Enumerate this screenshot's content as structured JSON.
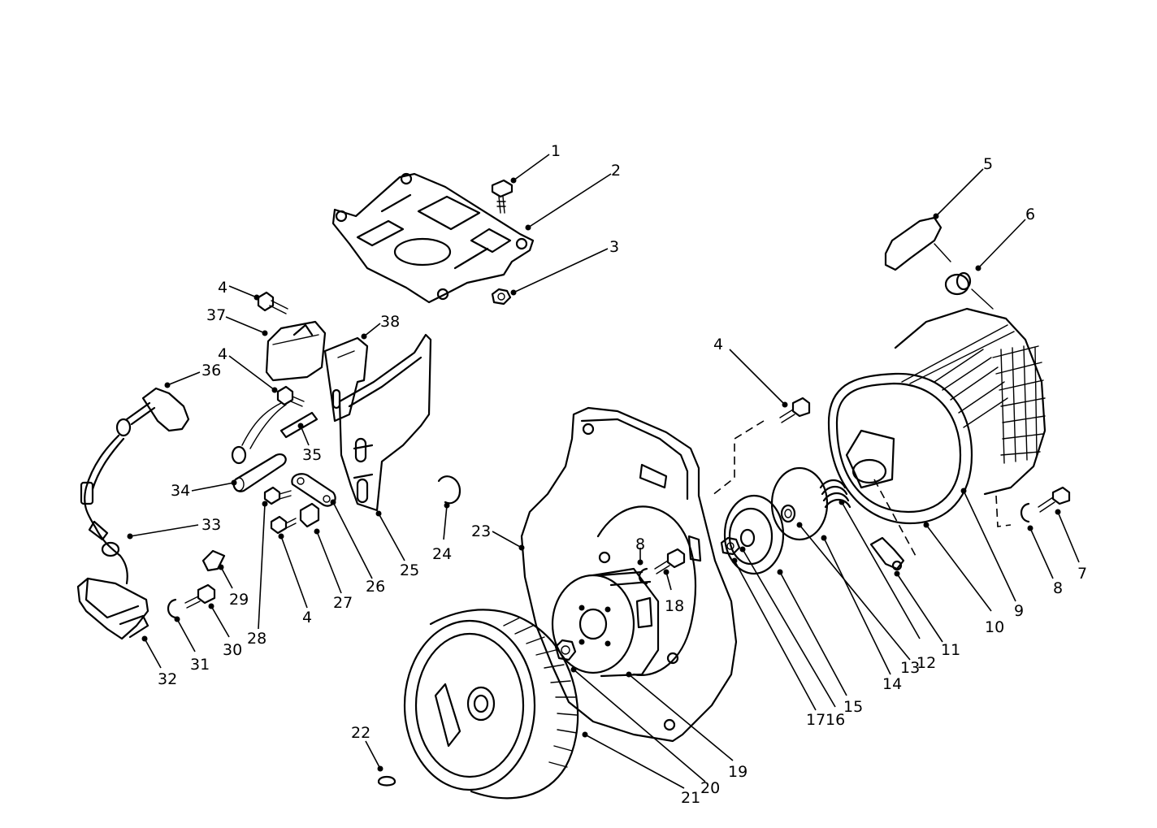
{
  "callouts": [
    {
      "id": "c1",
      "label": "1"
    },
    {
      "id": "c2",
      "label": "2"
    },
    {
      "id": "c3",
      "label": "3"
    },
    {
      "id": "c4a",
      "label": "4"
    },
    {
      "id": "c4b",
      "label": "4"
    },
    {
      "id": "c4c",
      "label": "4"
    },
    {
      "id": "c4d",
      "label": "4"
    },
    {
      "id": "c5",
      "label": "5"
    },
    {
      "id": "c6",
      "label": "6"
    },
    {
      "id": "c7",
      "label": "7"
    },
    {
      "id": "c8a",
      "label": "8"
    },
    {
      "id": "c8b",
      "label": "8"
    },
    {
      "id": "c9",
      "label": "9"
    },
    {
      "id": "c10",
      "label": "10"
    },
    {
      "id": "c11",
      "label": "11"
    },
    {
      "id": "c12",
      "label": "12"
    },
    {
      "id": "c13",
      "label": "13"
    },
    {
      "id": "c14",
      "label": "14"
    },
    {
      "id": "c15",
      "label": "15"
    },
    {
      "id": "c16",
      "label": "16"
    },
    {
      "id": "c17",
      "label": "17"
    },
    {
      "id": "c18",
      "label": "18"
    },
    {
      "id": "c19",
      "label": "19"
    },
    {
      "id": "c20",
      "label": "20"
    },
    {
      "id": "c21",
      "label": "21"
    },
    {
      "id": "c22",
      "label": "22"
    },
    {
      "id": "c23",
      "label": "23"
    },
    {
      "id": "c24",
      "label": "24"
    },
    {
      "id": "c25",
      "label": "25"
    },
    {
      "id": "c26",
      "label": "26"
    },
    {
      "id": "c27",
      "label": "27"
    },
    {
      "id": "c28",
      "label": "28"
    },
    {
      "id": "c29",
      "label": "29"
    },
    {
      "id": "c30",
      "label": "30"
    },
    {
      "id": "c31",
      "label": "31"
    },
    {
      "id": "c32",
      "label": "32"
    },
    {
      "id": "c33",
      "label": "33"
    },
    {
      "id": "c34",
      "label": "34"
    },
    {
      "id": "c35",
      "label": "35"
    },
    {
      "id": "c36",
      "label": "36"
    },
    {
      "id": "c37",
      "label": "37"
    },
    {
      "id": "c38",
      "label": "38"
    }
  ]
}
